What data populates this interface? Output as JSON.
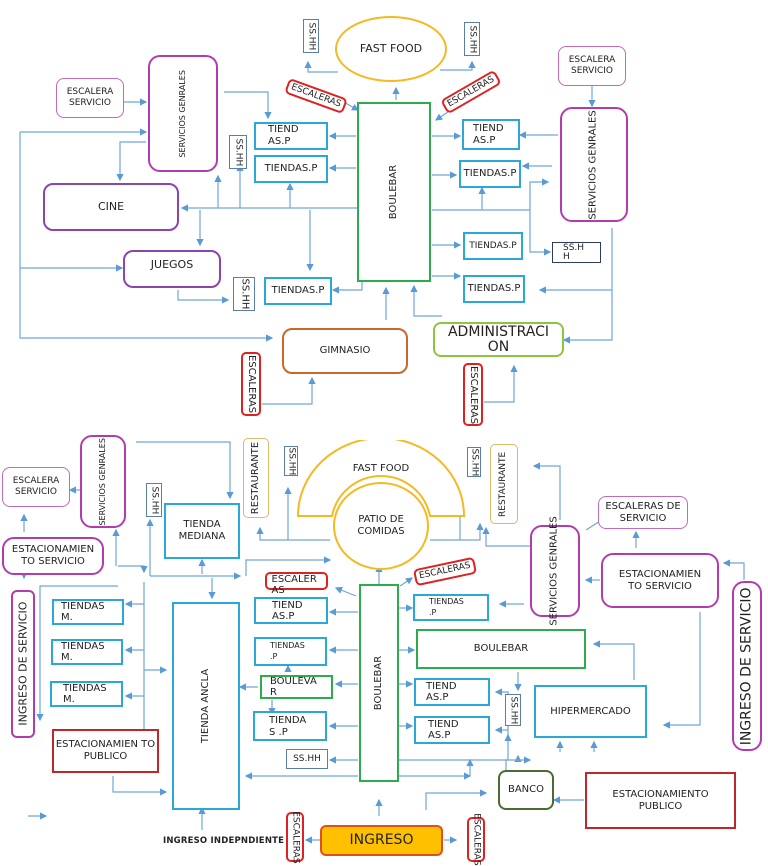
{
  "colors": {
    "connector": "#5b9bd5",
    "boulevard": "#2eaa4f",
    "shop": "#2aa8d8",
    "service": "#b03cb0",
    "stairs": "#dd2222",
    "food": "#f5b922",
    "entrance_fill": "#ffc000"
  },
  "upper_level": {
    "fast_food": "FAST FOOD",
    "sshh_left": "SS.HH",
    "sshh_right": "SS.HH",
    "escalera_servicio_left": "ESCALERA SERVICIO",
    "escalera_servicio_right": "ESCALERA SERVICIO",
    "servicios_generales_left": "SERVICIOS GENRALES",
    "servicios_generales_right": "SERVICIOS GENRALES",
    "escaleras_left": "ESCALERAS",
    "escaleras_right": "ESCALERAS",
    "boulebar": "BOULEBAR",
    "tiendas_left_1": "TIEND AS.P",
    "tiendas_left_2": "TIENDAS.P",
    "tiendas_left_3": "TIENDAS.P",
    "tiendas_right_1": "TIEND AS.P",
    "tiendas_right_2": "TIENDAS.P",
    "tiendas_right_3": "TIENDAS.P",
    "tiendas_right_4": "TIENDAS.P",
    "sshh_mid": "SS.HH",
    "sshh_juegos": "SS.HH",
    "sshh_right_small": "SS.H H",
    "cine": "CINE",
    "juegos": "JUEGOS",
    "gimnasio": "GIMNASIO",
    "administracion": "ADMINISTRACI ON",
    "escaleras_gym": "ESCALERAS",
    "escaleras_admin": "ESCALERAS"
  },
  "lower_level": {
    "fast_food": "FAST FOOD",
    "patio_comidas": "PATIO DE COMIDAS",
    "restaurante_left": "RESTAURANTE",
    "restaurante_right": "RESTAURANTE",
    "sshh_1": "SS.HH",
    "sshh_2": "SS.HH",
    "sshh_3": "SS.HH",
    "sshh_4": "SS.HH",
    "sshh_5": "SS.HH",
    "escalera_servicio": "ESCALERA SERVICIO",
    "servicios_generales_left": "SERVICIOS GENRALES",
    "estacionamiento_servicio_left": "ESTACIONAMIEN TO SERVICIO",
    "ingreso_servicio_left": "INGRESO DE SERVICIO",
    "tienda_mediana": "TIENDA MEDIANA",
    "tiendas_m_1": "TIENDAS M.",
    "tiendas_m_2": "TIENDAS M.",
    "tiendas_m_3": "TIENDAS M.",
    "estacionamiento_publico_left": "ESTACIONAMIEN TO PUBLICO",
    "tienda_ancla": "TIENDA ANCLA",
    "escaleras_left": "ESCALER AS",
    "escaleras_right": "ESCALERAS",
    "tiendas_l_1": "TIEND AS.P",
    "tiendas_l_2": "TIENDAS .P",
    "boulevar_small": "BOULEVA R",
    "tiendas_l_3": "TIENDA S .P",
    "boulebar_center": "BOULEBAR",
    "tiendas_r_1": "TIENDAS .P",
    "boulebar_right": "BOULEBAR",
    "tiendas_r_2": "TIEND AS.P",
    "tiendas_r_3": "TIEND AS.P",
    "hipermercado": "HIPERMERCADO",
    "banco": "BANCO",
    "estacionamiento_publico_right": "ESTACIONAMIENTO PUBLICO",
    "servicios_generales_right": "SERVICIOS GENRALES",
    "escaleras_de_servicio": "ESCALERAS DE SERVICIO",
    "estacionamiento_servicio_right": "ESTACIONAMIEN TO SERVICIO",
    "ingreso_servicio_right": "INGRESO DE SERVICIO",
    "ingreso": "INGRESO",
    "ingreso_independiente": "INGRESO INDEPNDIENTE",
    "escaleras_bottom_left": "ESCALERAS",
    "escaleras_bottom_right": "ESCALERAS"
  }
}
